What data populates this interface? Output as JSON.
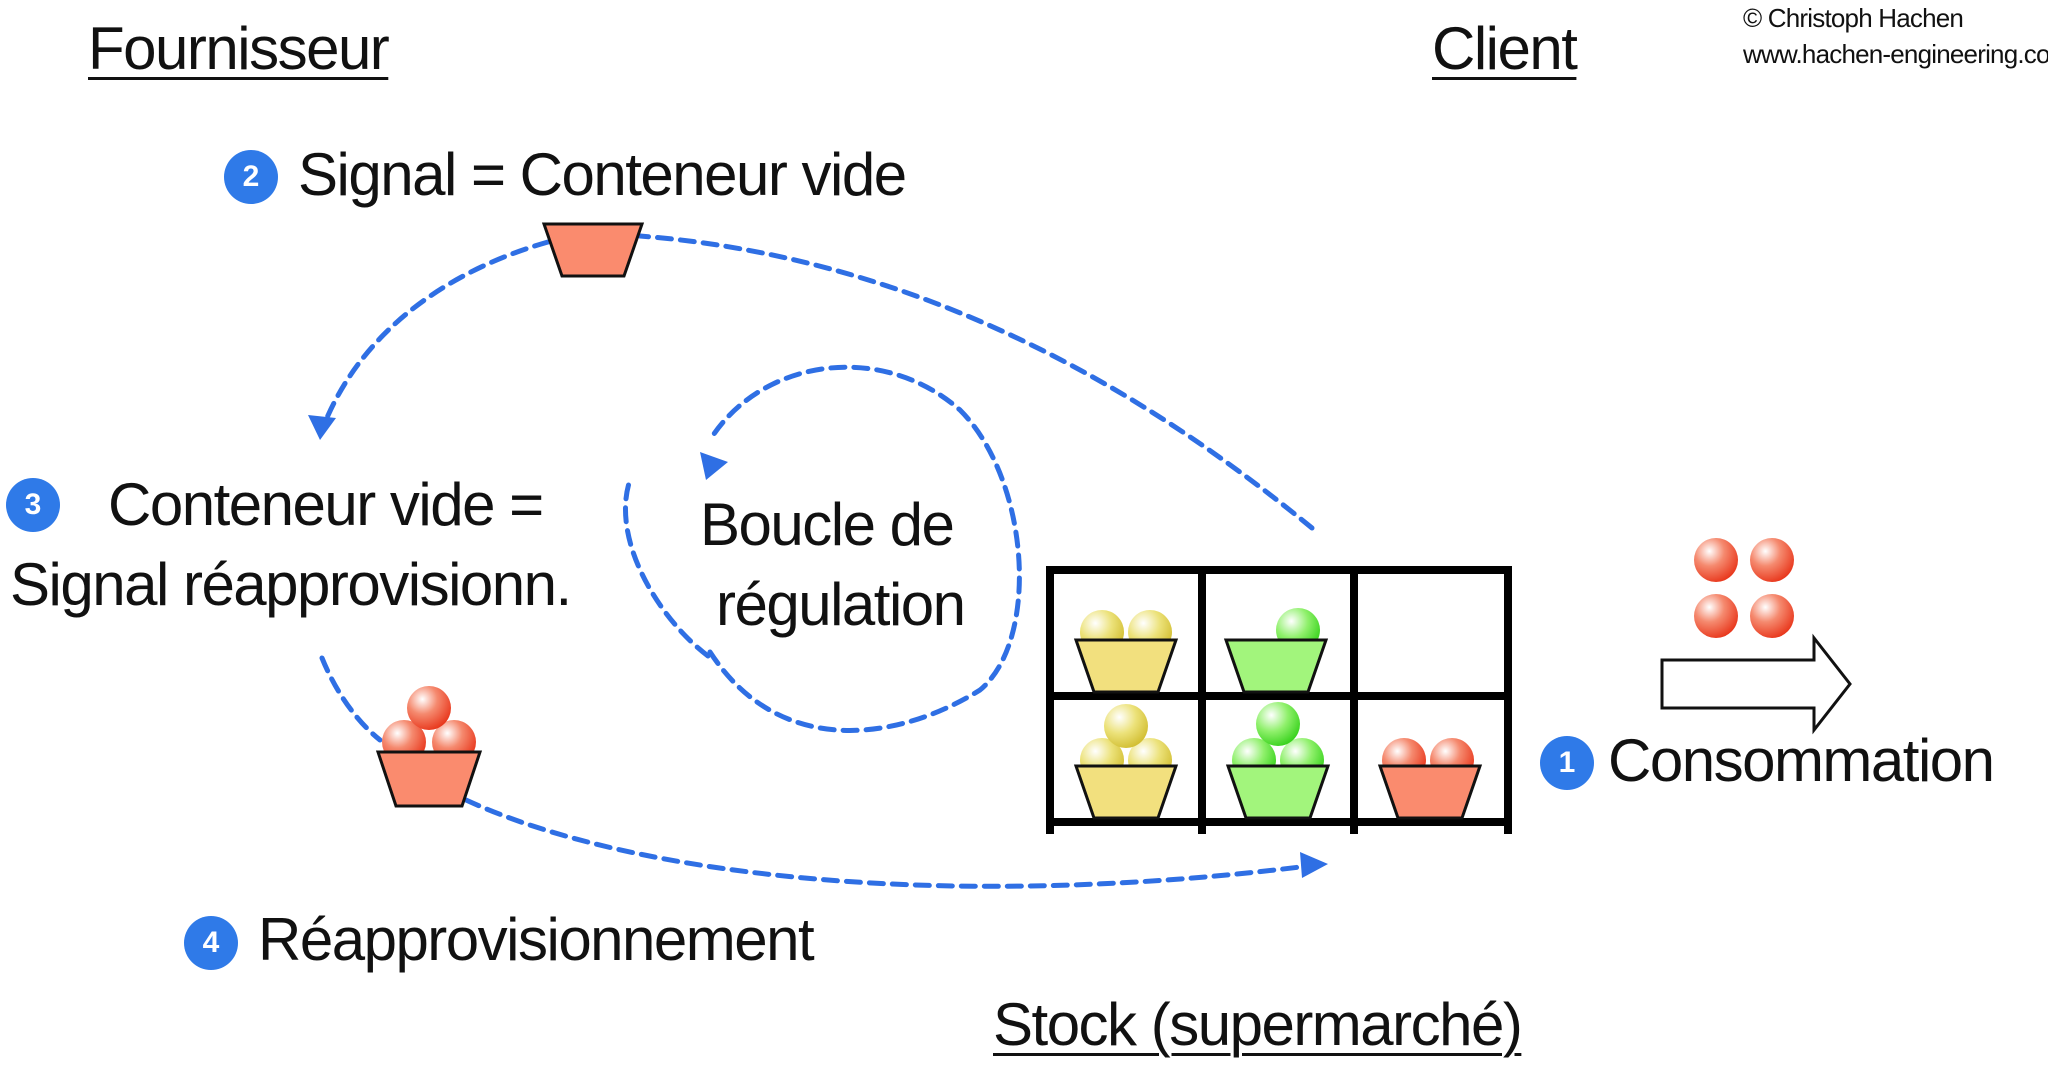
{
  "headers": {
    "supplier": "Fournisseur",
    "customer": "Client",
    "stock": "Stock (supermarché)"
  },
  "copyright": {
    "line1": "© Christoph Hachen",
    "line2": "www.hachen-engineering.com"
  },
  "steps": [
    {
      "number": "1",
      "label": "Consommation"
    },
    {
      "number": "2",
      "label": "Signal = Conteneur vide"
    },
    {
      "number": "3",
      "label_line1": "Conteneur vide =",
      "label_line2": "Signal réapprovisionn."
    },
    {
      "number": "4",
      "label": "Réapprovisionnement"
    }
  ],
  "loop_label": {
    "line1": "Boucle de",
    "line2": "régulation"
  },
  "colors": {
    "arrow_blue": "#2f6fe4",
    "badge_blue": "#2f7ae8",
    "container_orange": "#fa8b6e",
    "container_yellow": "#f2e07e",
    "container_green": "#a2f57c",
    "ball_red": "#f24a2a",
    "ball_yellow": "#e8d64f",
    "ball_green": "#4fe42e"
  }
}
